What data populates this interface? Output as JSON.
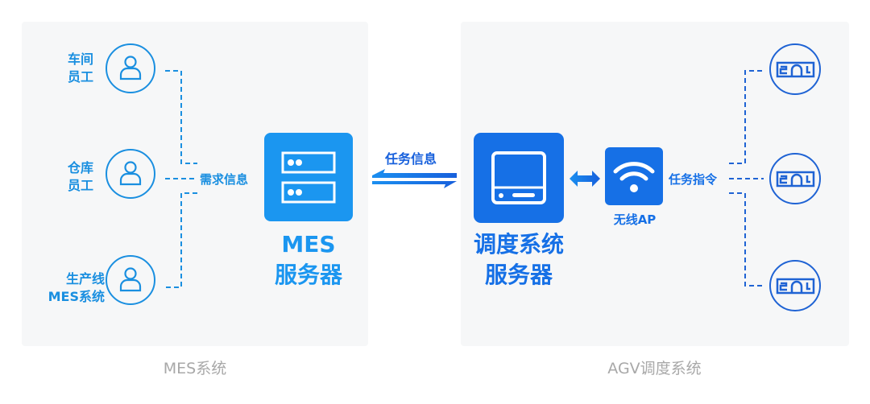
{
  "mes_panel": {
    "caption": "MES系统",
    "sources": [
      {
        "line1": "车间",
        "line2": "员工"
      },
      {
        "line1": "仓库",
        "line2": "员工"
      },
      {
        "line1": "生产线",
        "line2": "MES系统"
      }
    ],
    "link_label": "需求信息",
    "server": {
      "line1": "MES",
      "line2": "服务器"
    }
  },
  "transfer": {
    "label": "任务信息"
  },
  "agv_panel": {
    "caption": "AGV调度系统",
    "server": {
      "line1": "调度系统",
      "line2": "服务器"
    },
    "ap_label": "无线AP",
    "command_label": "任务指令",
    "agv_count": 3
  },
  "colors": {
    "mes_blue": "#1b96f0",
    "agv_blue": "#1670e6",
    "panel_bg": "#f6f7f8",
    "caption_gray": "#a8a8a8"
  }
}
